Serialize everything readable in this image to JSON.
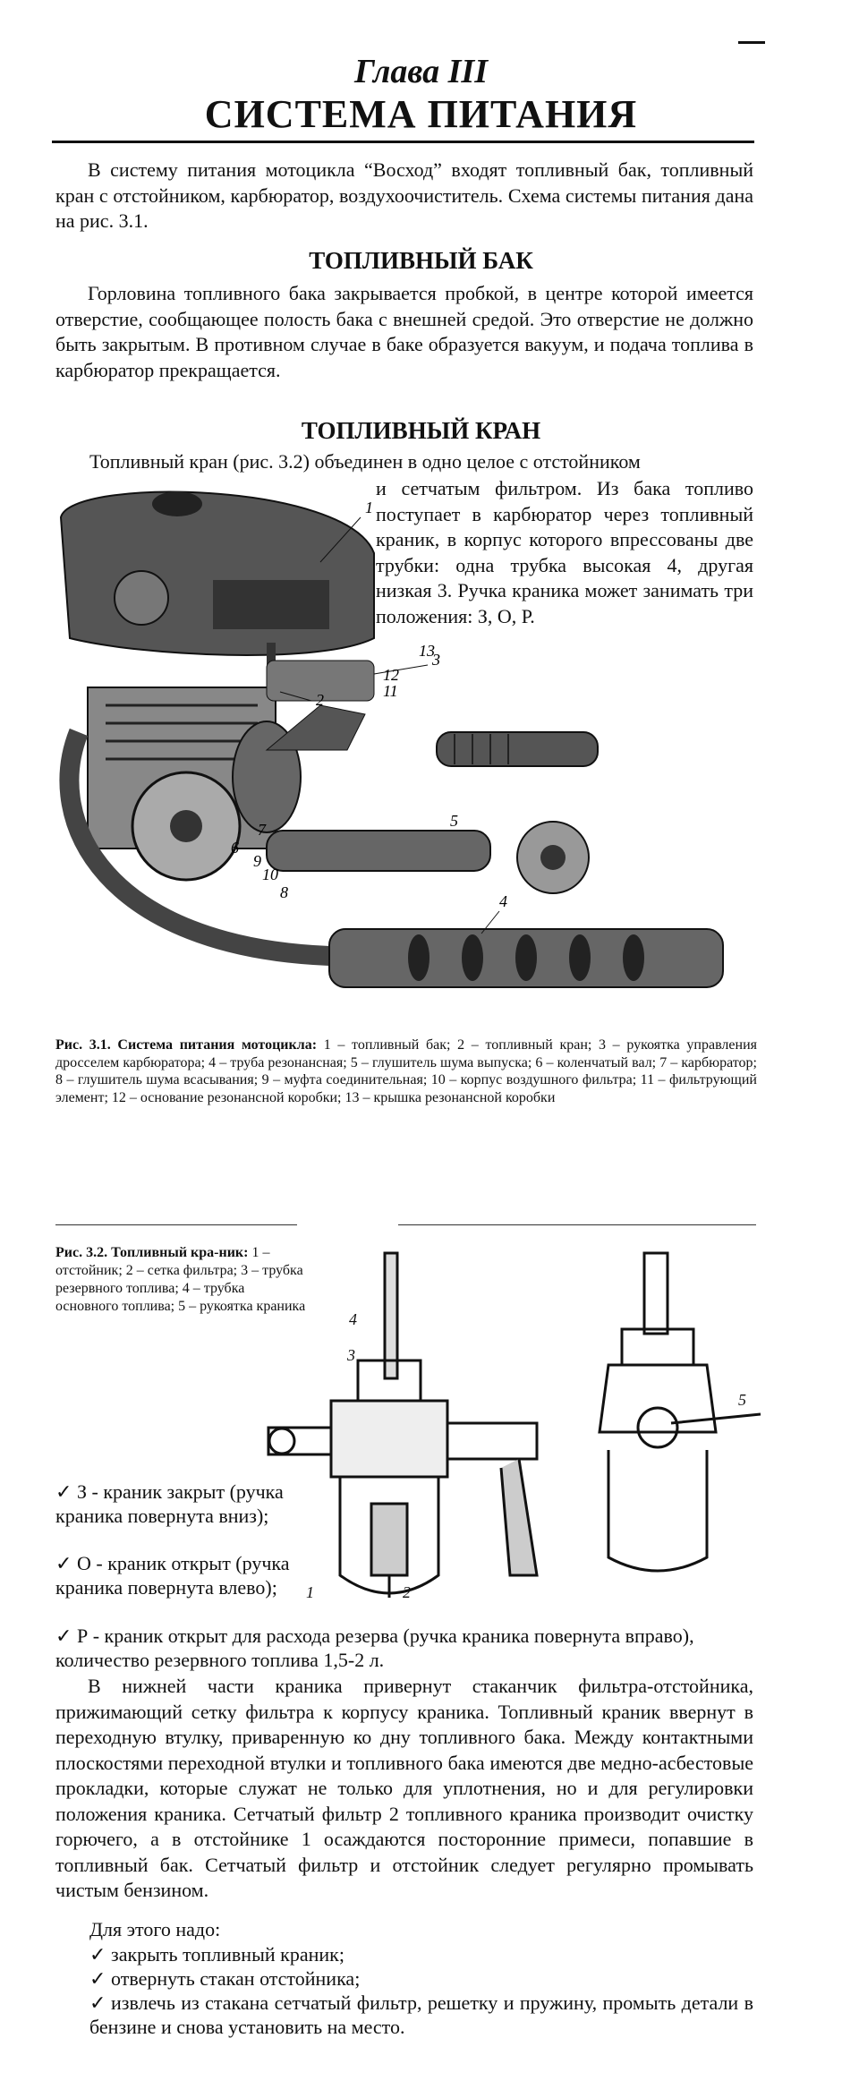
{
  "header": {
    "chapter": "Глава III",
    "title": "СИСТЕМА ПИТАНИЯ"
  },
  "intro": "В систему питания мотоцикла “Восход” входят топливный бак, топливный кран с отстойником, карбюратор, воздухоочиститель. Схема системы питания дана на рис. 3.1.",
  "section_tank": {
    "heading": "ТОПЛИВНЫЙ БАК",
    "text": "Горловина топливного бака закрывается пробкой, в центре которой имеется отверстие, сообщающее полость бака с внешней средой. Это отверстие не должно быть закрытым. В противном случае в баке образуется вакуум, и подача топлива в карбюратор прекращается."
  },
  "section_crane": {
    "heading": "ТОПЛИВНЫЙ КРАН",
    "text_first": "Топливный кран (рис. 3.2) объединен в одно целое с отстойником",
    "text_rest": "и сетчатым фильтром. Из бака топливо поступает в карбюратор через топливный краник, в корпус которого впрессованы две трубки: одна трубка высокая 4, другая низкая 3. Ручка краника может занимать три положения: З, О, Р."
  },
  "figure1": {
    "caption_bold": "Рис. 3.1. Система питания мотоцикла:",
    "caption_text": " 1 – топливный бак; 2 – топливный кран; 3 – рукоятка управления дросселем карбюратора; 4 – труба резонансная; 5 – глушитель шума выпуска; 6 – коленчатый вал; 7 – карбюратор; 8 – глушитель шума всасывания; 9 – муфта соединительная; 10 – корпус воздушного фильтра; 11 – фильтрующий элемент; 12 – основание резонансной коробки; 13 – крышка резонансной коробки",
    "callouts": [
      "1",
      "2",
      "3",
      "4",
      "5",
      "6",
      "7",
      "8",
      "9",
      "10",
      "11",
      "12",
      "13"
    ]
  },
  "figure2": {
    "caption_bold": "Рис. 3.2. Топливный кра-ник:",
    "caption_text": " 1 – отстойник; 2 – сетка фильтра; 3 – трубка резервного топлива; 4 – трубка основного топлива; 5 – рукоятка краника",
    "callouts": [
      "1",
      "2",
      "3",
      "4",
      "5"
    ]
  },
  "positions": {
    "z": "З - краник закрыт (ручка краника повернута вниз);",
    "o": "О - краник открыт (ручка краника повернута влево);",
    "r": "Р - краник открыт для расхода резерва (ручка краника повернута вправо), количество резервного топлива 1,5-2 л."
  },
  "body_bottom": "В нижней части краника привернут стаканчик фильтра-отстойника, прижимающий сетку фильтра к корпусу краника. Топливный краник ввернут в переходную втулку, приваренную ко дну топливного бака. Между контактными плоскостями переходной втулки и топливного бака имеются две медно-асбестовые прокладки, которые служат не только для уплотнения, но и для регулировки положения краника. Сетчатый фильтр 2 топливного краника производит очистку горючего, а в отстойнике 1 осаждаются посторонние примеси, попавшие в топливный бак. Сетчатый фильтр и отстойник следует регулярно промывать чистым бензином.",
  "todo": {
    "intro": "Для этого надо:",
    "items": [
      "закрыть топливный краник;",
      "отвернуть стакан отстойника;",
      "извлечь из стакана сетчатый фильтр, решетку и пружину, промыть детали в бензине и снова установить на место."
    ]
  },
  "check_glyph": "✓"
}
